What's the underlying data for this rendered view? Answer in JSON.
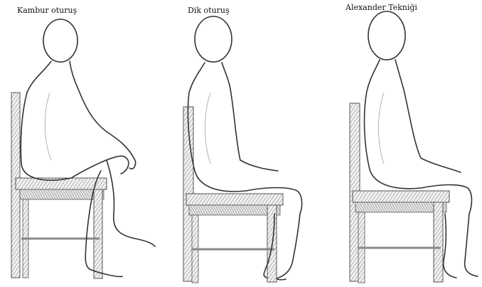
{
  "captions": {
    "slouched": "Kambur oturuş",
    "upright": "Dik oturuş",
    "alexander": "Alexander Tekniği"
  }
}
